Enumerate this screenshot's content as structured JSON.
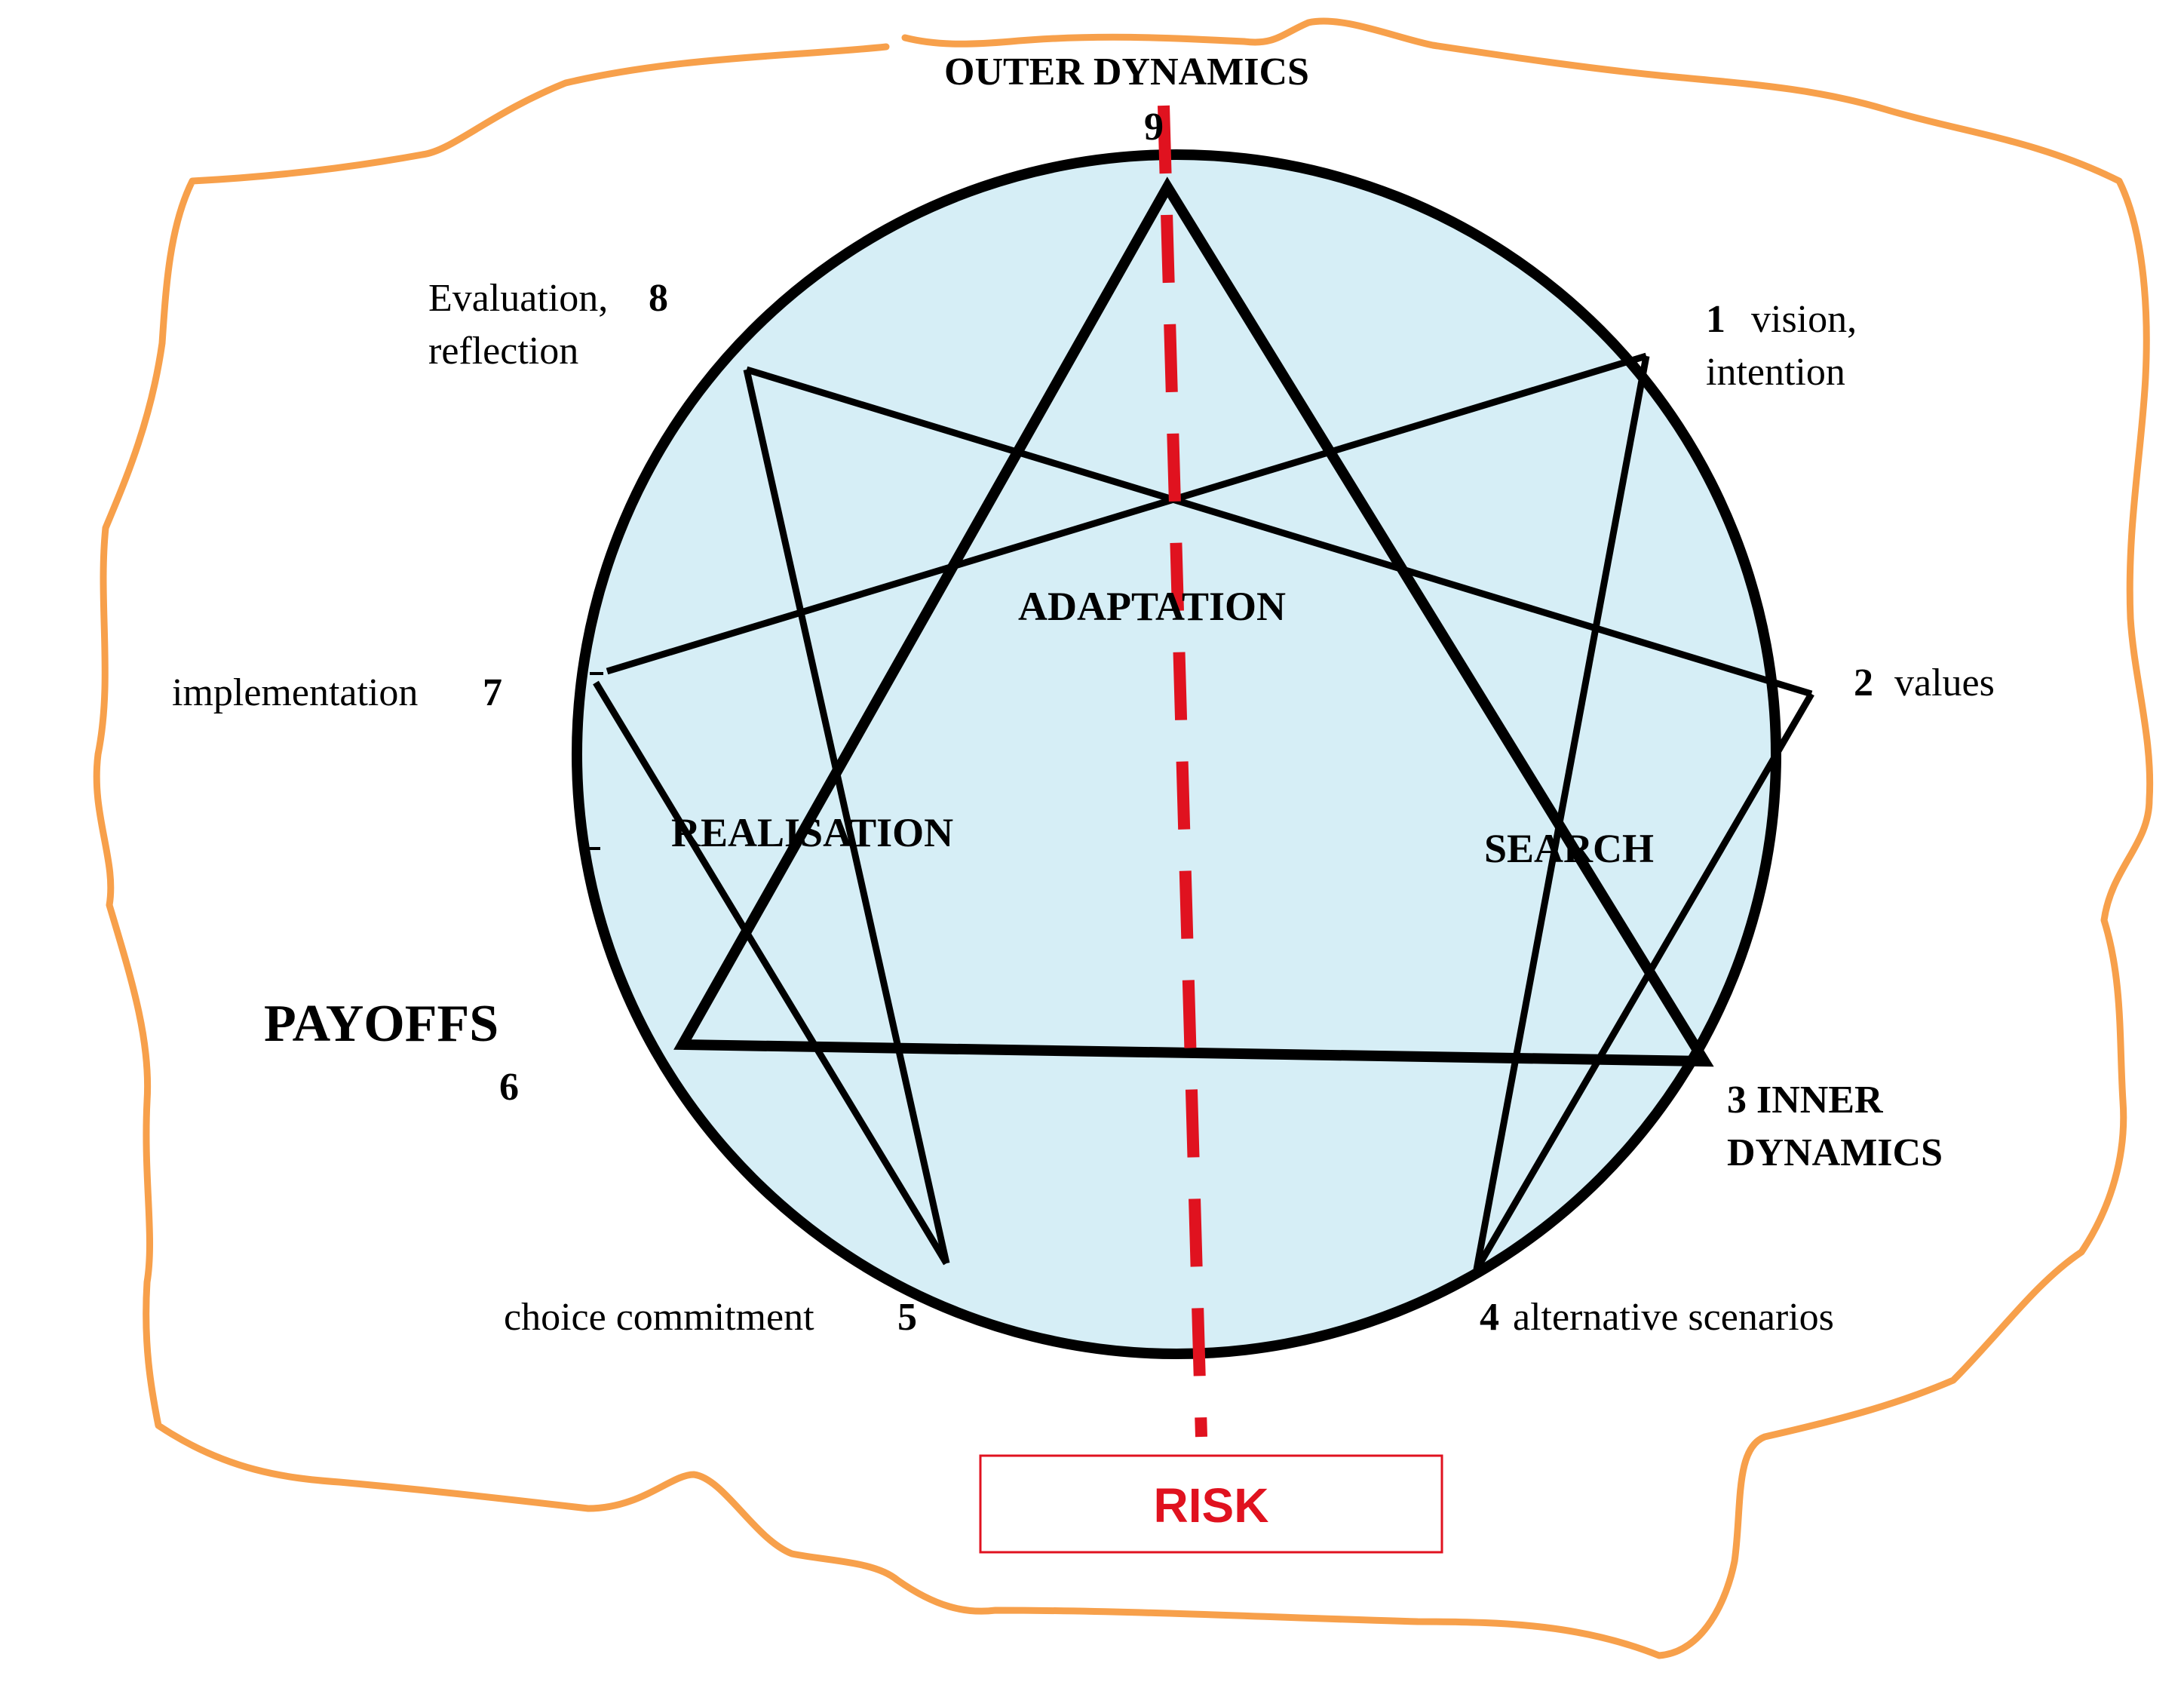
{
  "colors": {
    "boundary": "#f7a04b",
    "circle_fill": "#d6eef6",
    "lines": "#000000",
    "risk": "#e0121f"
  },
  "labels": {
    "outer_dynamics": "OUTER  DYNAMICS",
    "point9_num": "9",
    "point1_num": "1",
    "point1_text_a": "vision,",
    "point1_text_b": "intention",
    "point2_num": "2",
    "point2_text": "values",
    "point3_line_a": "3 INNER",
    "point3_line_b": "DYNAMICS",
    "point4_num": "4",
    "point4_text": "alternative  scenarios",
    "point5_text": "choice  commitment",
    "point5_num": "5",
    "payoffs": "PAYOFFS",
    "point6_num": "6",
    "point7_text": "implementation",
    "point7_num": "7",
    "point8_text_a": "Evaluation,",
    "point8_num": "8",
    "point8_text_b": "reflection"
  },
  "regions": {
    "adaptation": "ADAPTATION",
    "realisation": "REALISATION",
    "search": "SEARCH"
  },
  "risk": {
    "label": "RISK"
  }
}
